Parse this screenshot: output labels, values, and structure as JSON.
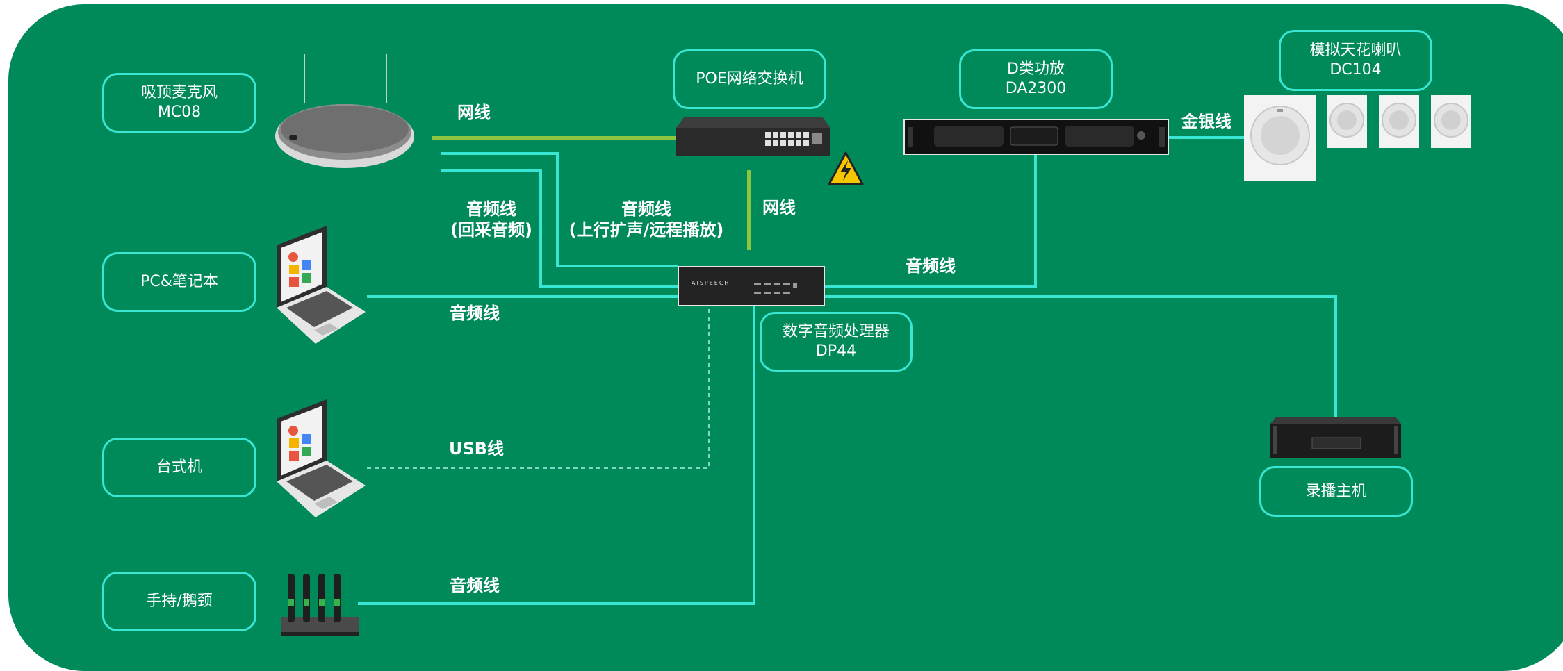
{
  "colors": {
    "background": "#008a5a",
    "box_border": "#39e6d3",
    "audio_line": "#39e6d3",
    "network_line": "#8cc63f",
    "text": "#ffffff"
  },
  "devices": {
    "mic": {
      "name": "吸顶麦克风",
      "model": "MC08"
    },
    "pc": {
      "name": "PC&笔记本"
    },
    "desktop": {
      "name": "台式机"
    },
    "handheld": {
      "name": "手持/鹅颈"
    },
    "poe": {
      "name": "POE网络交换机"
    },
    "amp": {
      "name": "D类功放",
      "model": "DA2300"
    },
    "speaker": {
      "name": "模拟天花喇叭",
      "model": "DC104"
    },
    "dsp": {
      "name": "数字音频处理器",
      "model": "DP44"
    },
    "recorder": {
      "name": "录播主机"
    },
    "dsp_brand": "AISPEECH"
  },
  "wire_labels": {
    "net1": "网线",
    "net2": "网线",
    "audio_echo_1": "音频线",
    "audio_echo_2": "(回采音频)",
    "audio_up_1": "音频线",
    "audio_up_2": "(上行扩声/远程播放)",
    "audio_pc": "音频线",
    "audio_amp": "音频线",
    "gold_silver": "金银线",
    "usb": "USB线",
    "audio_handheld": "音频线"
  },
  "icons": {
    "warning": "warning-triangle-icon"
  }
}
